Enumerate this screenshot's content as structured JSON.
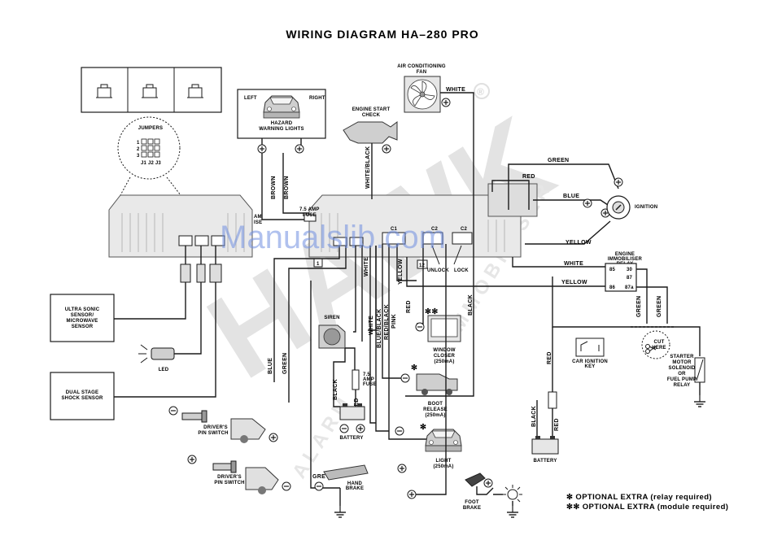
{
  "title": "WIRING DIAGRAM HA–280 PRO",
  "watermark": {
    "overlay": "Manualslib.com",
    "brand": "HAWK",
    "vertical_left": "ALARM",
    "vertical_right": "IMMOBILISER",
    "registered": "®"
  },
  "components": {
    "jumpers": "JUMPERS",
    "jumper_rows": [
      "1",
      "2",
      "3"
    ],
    "jumper_cols": "J1 J2 J3",
    "ac_fan": [
      "AIR CONDITIONING",
      "FAN"
    ],
    "hazard": [
      "HAZARD",
      "WARNING LIGHTS"
    ],
    "left": "LEFT",
    "right": "RIGHT",
    "engine_start_check": [
      "ENGINE START",
      "CHECK"
    ],
    "ignition": "IGNITION",
    "fuse_7_5": [
      "7.5 AMP",
      "FUSE"
    ],
    "fuse_left_partial": [
      "AM",
      "ISE"
    ],
    "fuse_siren": [
      "7.5",
      "AMP",
      "FUSE"
    ],
    "ultrasonic": [
      "ULTRA SONIC",
      "SENSOR/",
      "MICROWAVE",
      "SENSOR"
    ],
    "led": "LED",
    "dual_shock": [
      "DUAL STAGE",
      "SHOCK SENSOR"
    ],
    "drivers_pin_1": [
      "DRIVER'S",
      "PIN SWITCH"
    ],
    "drivers_pin_2": [
      "DRIVER'S",
      "PIN SWITCH"
    ],
    "siren": "SIREN",
    "battery_mid": "BATTERY",
    "battery_right": "BATTERY",
    "window_closer": [
      "WINDOW",
      "CLOSER",
      "(250mA)"
    ],
    "boot_release": [
      "BOOT",
      "RELEASE",
      "(250mA)"
    ],
    "light": [
      "LIGHT",
      "(250mA)"
    ],
    "hand_brake": [
      "HAND",
      "BRAKE"
    ],
    "foot_brake": [
      "FOOT",
      "BRAKE"
    ],
    "immobiliser_relay": [
      "ENGINE",
      "IMMOBILISER",
      "RELAY"
    ],
    "relay_pins": [
      "85",
      "30",
      "87",
      "86",
      "87a"
    ],
    "car_ignition_key": [
      "CAR IGNITION",
      "KEY"
    ],
    "cut_here": [
      "CUT",
      "HERE"
    ],
    "starter": [
      "STARTER",
      "MOTOR",
      "SOLENOID",
      "OR",
      "FUEL PUMP",
      "RELAY"
    ],
    "unlock": "UNLOCK",
    "lock": "LOCK",
    "conn_1": "1",
    "conn_12": "12",
    "conn_c1": "C1",
    "conn_c2": "C2",
    "conn_c3": "C2"
  },
  "wires": {
    "brown1": "BROWN",
    "brown2": "BROWN",
    "white_black": "WHITE/BLACK",
    "white_fan": "WHITE",
    "green_top": "GREEN",
    "red_top": "RED",
    "blue_top": "BLUE",
    "yellow_top": "YELLOW",
    "white_relay": "WHITE",
    "yellow_relay": "YELLOW",
    "green_r1": "GREEN",
    "green_r2": "GREEN",
    "red_key": "RED",
    "black_bat": "BLACK",
    "red_bat": "RED",
    "white_mid": "WHITE",
    "yellow_mid": "YELLOW",
    "red_window": "RED",
    "black_right": "BLACK",
    "white_siren": "WHITE",
    "blue_black": "BLUE/BLACK",
    "red_black": "RED/BLACK",
    "pink": "PINK",
    "blue_pin": "BLUE",
    "green_pin": "GREEN",
    "black_siren": "BLACK",
    "red_siren": "RED",
    "grey": "GREY"
  },
  "notes": {
    "optional_relay": "✻ OPTIONAL EXTRA (relay required)",
    "optional_module": "✻✻ OPTIONAL EXTRA (module required)",
    "star_single": "✻",
    "star_double": "✻✻"
  },
  "icons": [
    "plus-terminal-icon",
    "minus-terminal-icon",
    "ground-icon",
    "fan-icon",
    "car-icon",
    "bulb-icon",
    "scissors-icon"
  ]
}
